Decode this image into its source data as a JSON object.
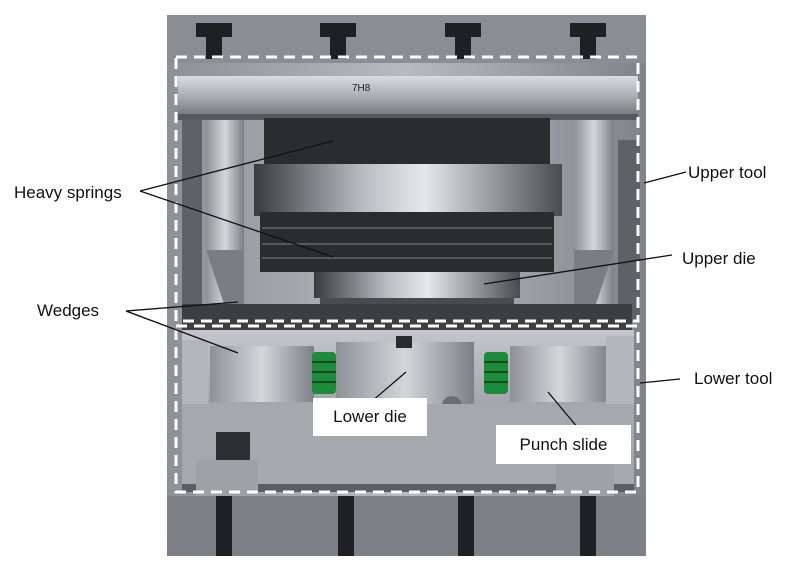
{
  "labels": {
    "heavy_springs": "Heavy springs",
    "upper_tool": "Upper tool",
    "upper_die": "Upper die",
    "wedges": "Wedges",
    "lower_tool": "Lower tool",
    "lower_die": "Lower die",
    "punch_slide": "Punch slide",
    "mark": "7H8"
  },
  "colors": {
    "dashed_box": "#ffffff",
    "leader_line": "#111111",
    "spring_green": "#1e8a3c",
    "steel": "#9a9da1",
    "dark_steel": "#2b2c2e"
  }
}
